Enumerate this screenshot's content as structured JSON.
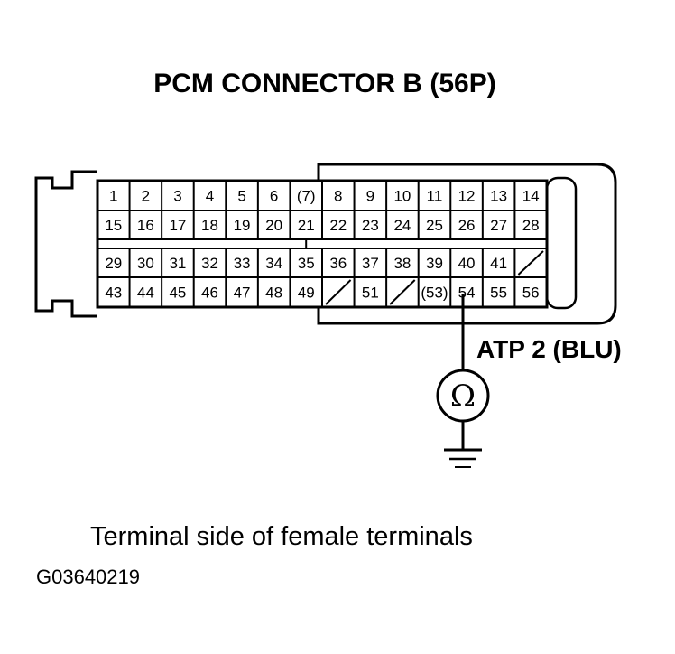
{
  "title": "PCM CONNECTOR B (56P)",
  "connector": {
    "rows": [
      [
        "1",
        "2",
        "3",
        "4",
        "5",
        "6",
        "(7)",
        "8",
        "9",
        "10",
        "11",
        "12",
        "13",
        "14"
      ],
      [
        "15",
        "16",
        "17",
        "18",
        "19",
        "20",
        "21",
        "22",
        "23",
        "24",
        "25",
        "26",
        "27",
        "28"
      ],
      [
        "29",
        "30",
        "31",
        "32",
        "33",
        "34",
        "35",
        "36",
        "37",
        "38",
        "39",
        "40",
        "41",
        ""
      ],
      [
        "43",
        "44",
        "45",
        "46",
        "47",
        "48",
        "49",
        "",
        "51",
        "",
        "(53)",
        "54",
        "55",
        "56"
      ]
    ],
    "blank_cells": [
      [
        2,
        13
      ],
      [
        3,
        7
      ],
      [
        3,
        9
      ]
    ],
    "probe_pin": "54"
  },
  "wire_label": "ATP 2 (BLU)",
  "meter_symbol": "Ω",
  "caption": "Terminal side of female terminals",
  "figure_code": "G03640219"
}
